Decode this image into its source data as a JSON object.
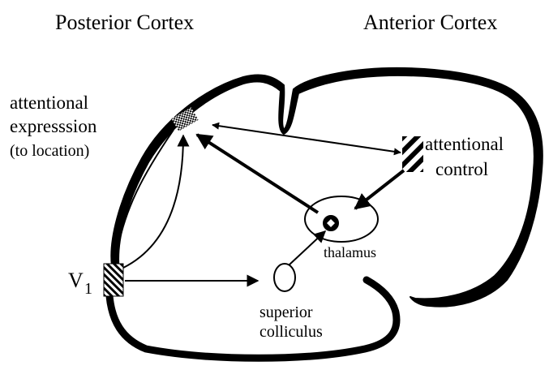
{
  "headers": {
    "posterior": "Posterior Cortex",
    "anterior": "Anterior Cortex"
  },
  "labels": {
    "expression_line1": "attentional",
    "expression_line2": "expresssion",
    "expression_line3": "(to location)",
    "control_line1": "attentional",
    "control_line2": "control",
    "v1_main": "V",
    "v1_sub": "1",
    "thalamus": "thalamus",
    "colliculus_line1": "superior",
    "colliculus_line2": "colliculus"
  },
  "colors": {
    "ink": "#000000",
    "background": "#ffffff"
  }
}
